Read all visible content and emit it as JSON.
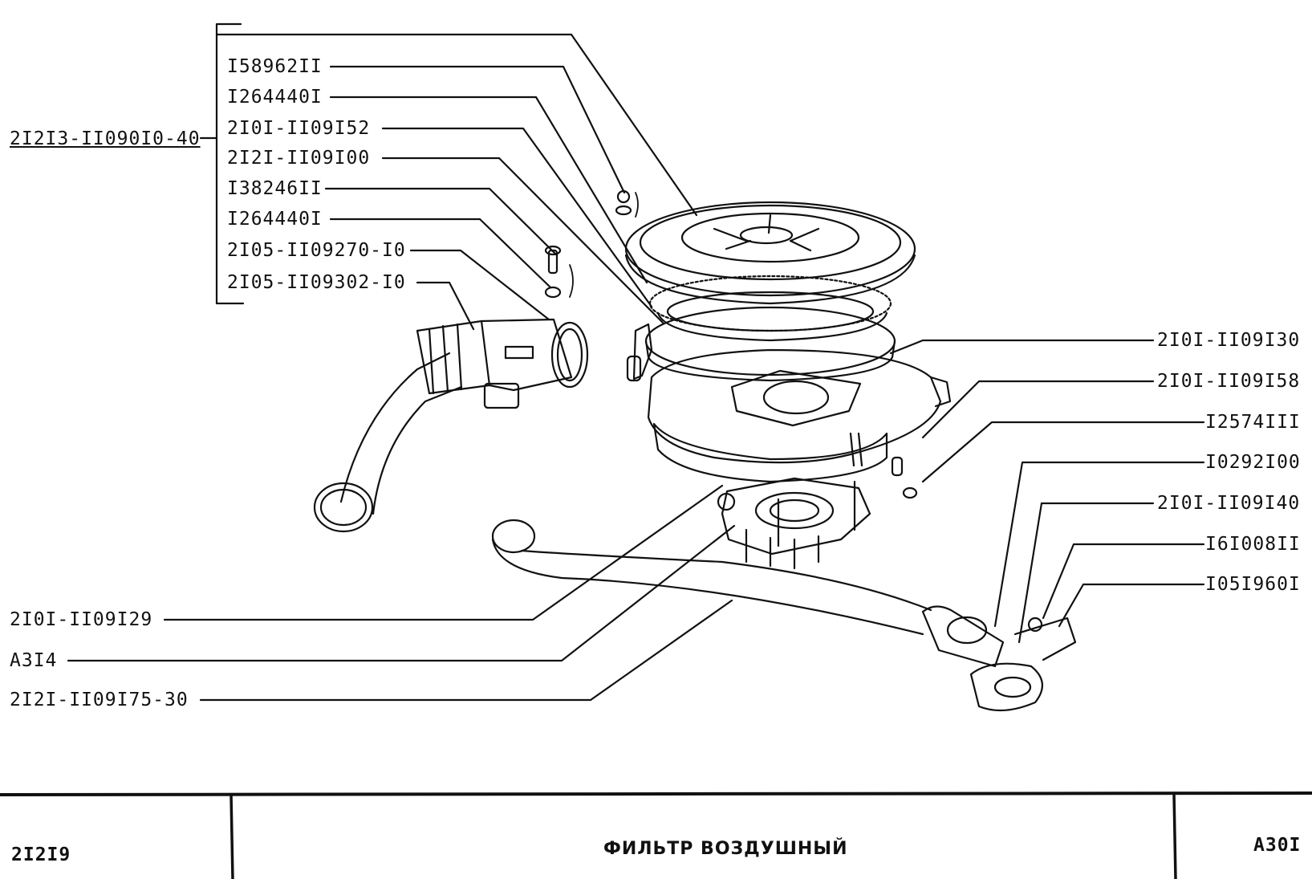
{
  "assembly_label": "2I2I3-II090I0-40",
  "bracket_parts": [
    "I58962II",
    "I264440I",
    "2I0I-II09I52",
    "2I2I-II09I00",
    "I38246II",
    "I264440I",
    "2I05-II09270-I0",
    "2I05-II09302-I0"
  ],
  "right_parts": [
    "2I0I-II09I30",
    "2I0I-II09I58",
    "I2574III",
    "I0292I00",
    "2I0I-II09I40",
    "I6I008II",
    "I05I960I"
  ],
  "left_parts": [
    "2I0I-II09I29",
    "A3I4",
    "2I2I-II09I75-30"
  ],
  "title_block": {
    "model": "2I2I9",
    "title": "ФИЛЬТР ВОЗДУШНЫЙ",
    "sheet": "A30I"
  },
  "colors": {
    "ink": "#111111",
    "paper": "#ffffff"
  }
}
